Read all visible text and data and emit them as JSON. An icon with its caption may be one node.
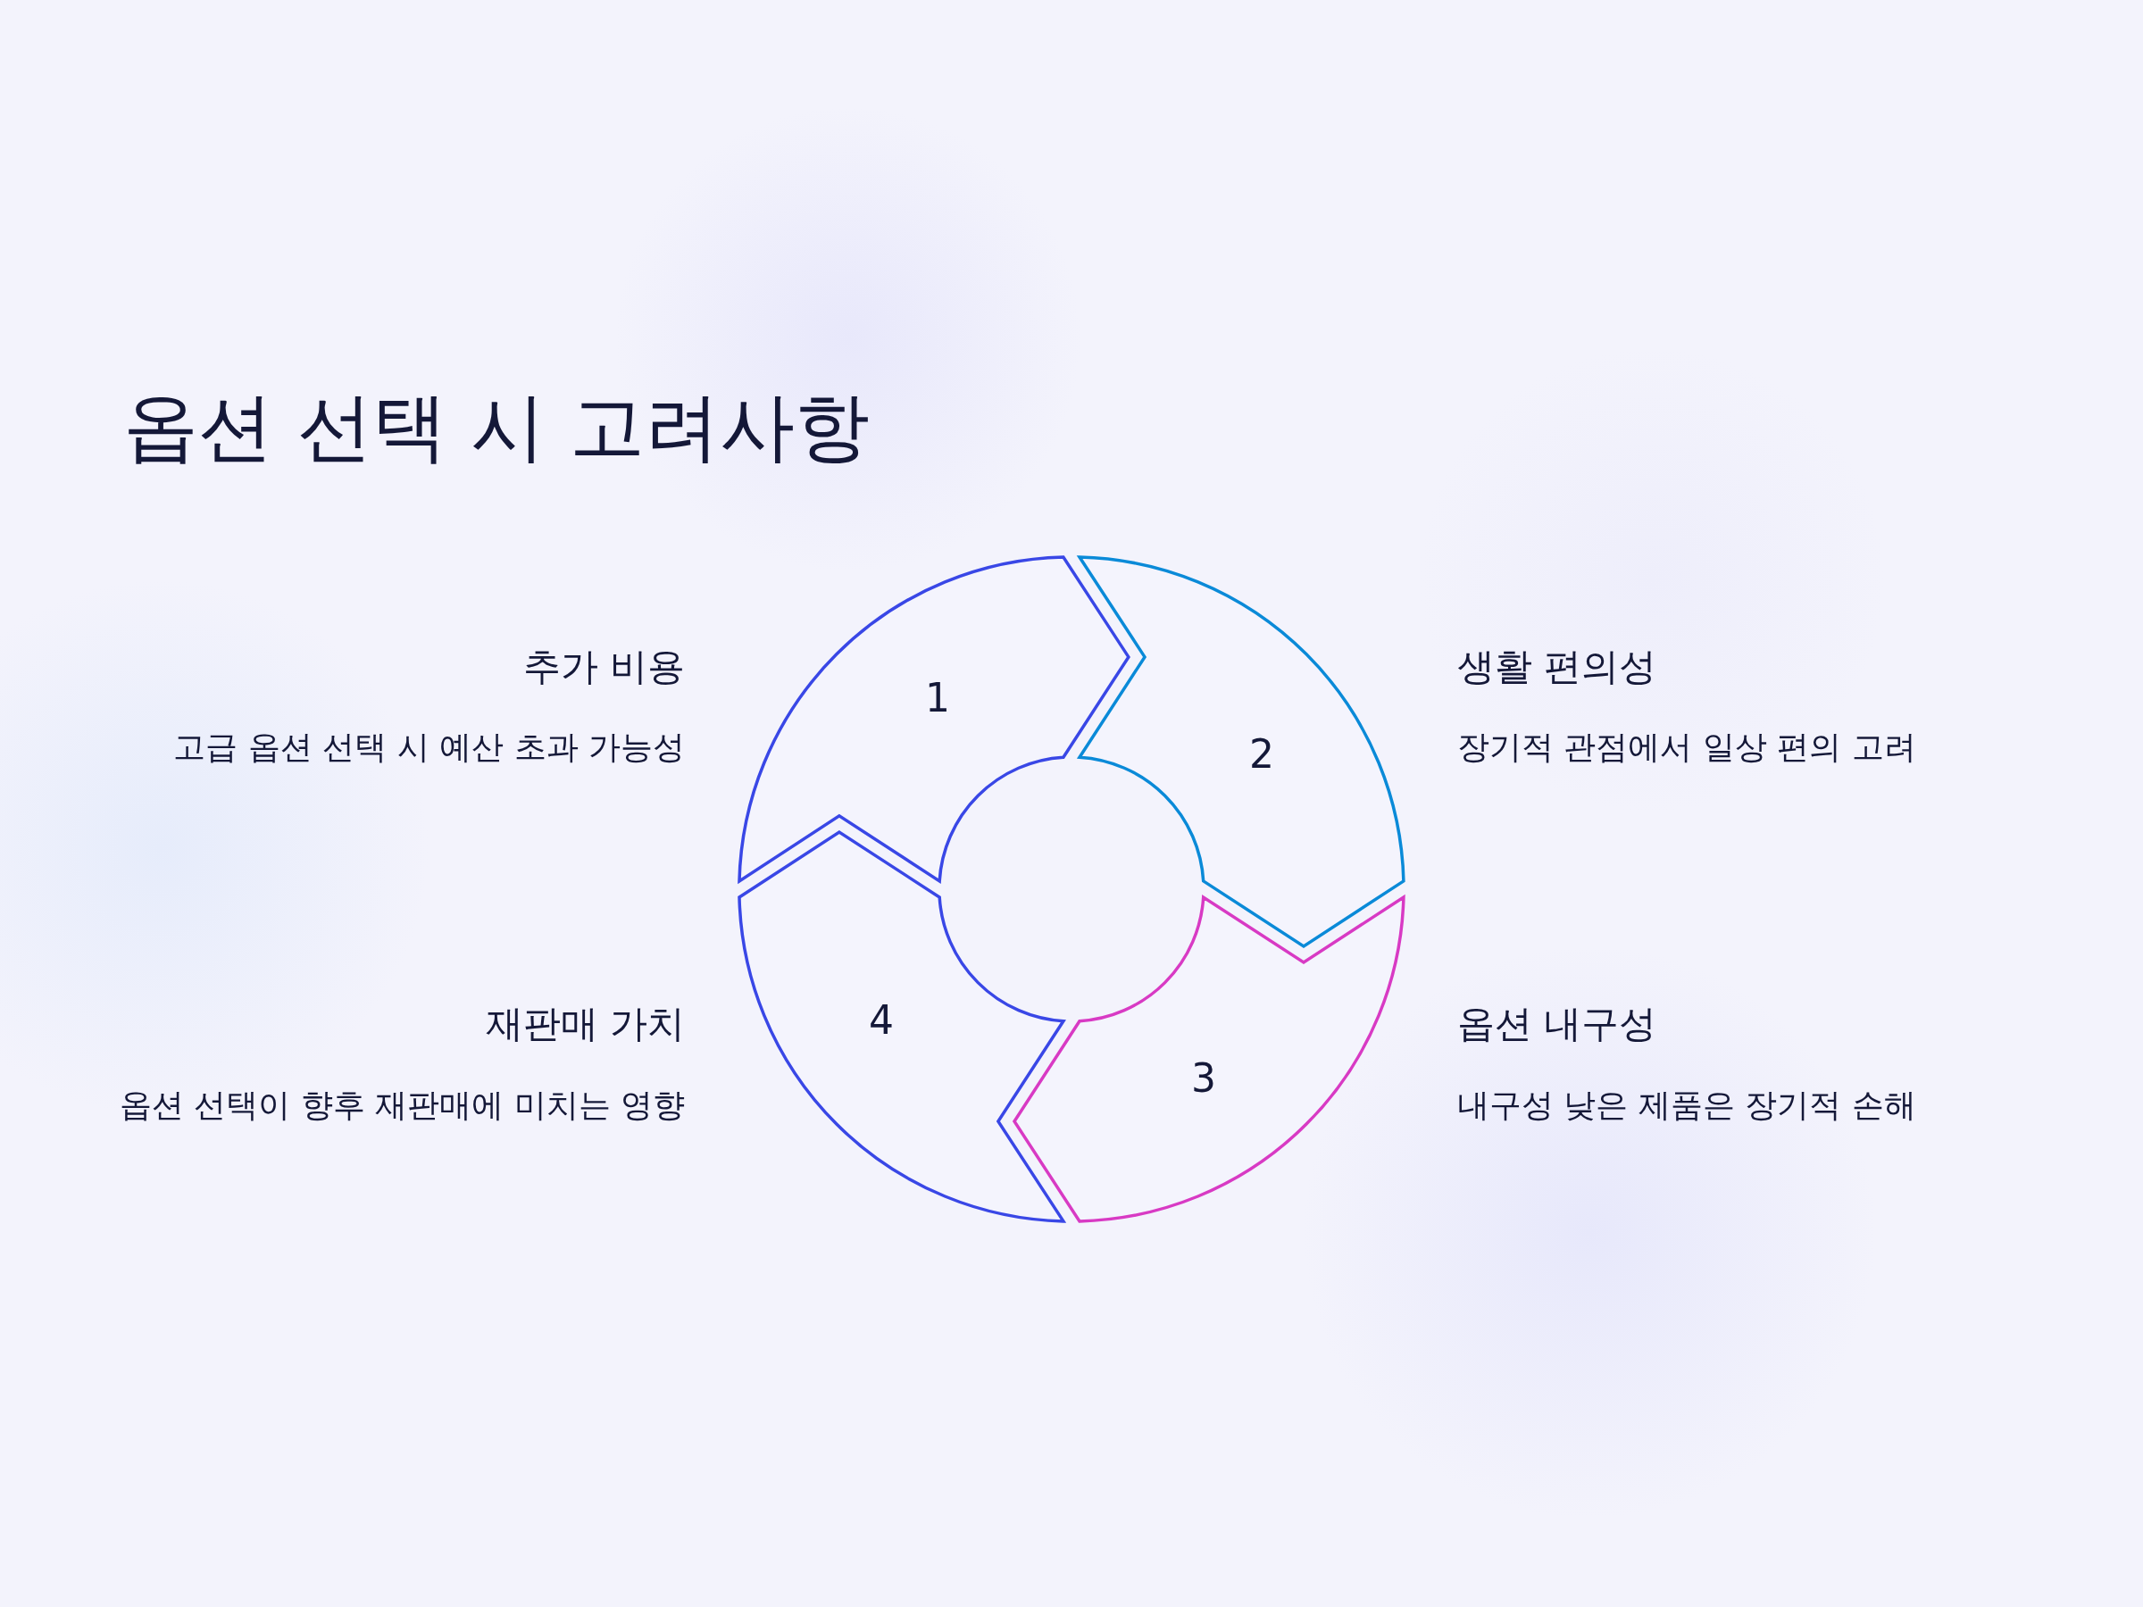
{
  "diagram": {
    "title": "옵션 선택 시 고려사항",
    "nodes": [
      {
        "text": [
          "1"
        ],
        "beside": [
          "추가 비용",
          "고급 옵션 선택 시 예산 초과 가능성"
        ]
      },
      {
        "text": [
          "2"
        ],
        "beside": [
          "생활 편의성",
          "장기적 관점에서 일상 편의 고려"
        ]
      },
      {
        "text": [
          "3"
        ],
        "beside": [
          "옵션 내구성",
          "내구성 낮은 제품은 장기적 손해"
        ]
      },
      {
        "text": [
          "4"
        ],
        "beside": [
          "재판매 가치",
          "옵션 선택이 향후 재판매에 미치는 영향"
        ]
      }
    ]
  }
}
